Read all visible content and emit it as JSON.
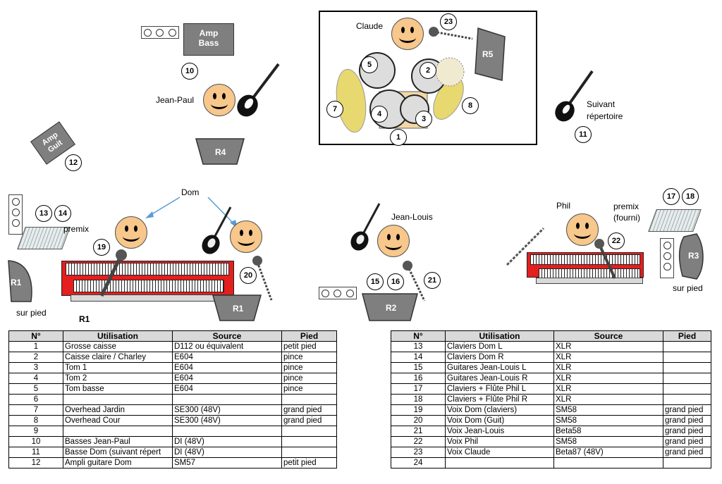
{
  "labels": {
    "claude": "Claude",
    "amp_bass": "Amp\nBass",
    "jean_paul": "Jean-Paul",
    "amp_guit": "Amp\nGuit",
    "r4": "R4",
    "r5": "R5",
    "suivant": "Suivant\nrépertoire",
    "dom": "Dom",
    "premix_left": "premix",
    "r1_wedge": "R1",
    "r1_side": "R1",
    "r1_bottom": "R1",
    "sur_pied_left": "sur pied",
    "jean_louis": "Jean-Louis",
    "r2": "R2",
    "phil": "Phil",
    "premix_right": "premix\n(fourni)",
    "r3": "R3",
    "sur_pied_right": "sur pied"
  },
  "numbers": [
    "1",
    "2",
    "3",
    "4",
    "5",
    "7",
    "8",
    "10",
    "11",
    "12",
    "13",
    "14",
    "15",
    "16",
    "17",
    "18",
    "19",
    "20",
    "21",
    "22",
    "23"
  ],
  "table_headers": [
    "N°",
    "Utilisation",
    "Source",
    "Pied"
  ],
  "table_left": [
    [
      "1",
      "Grosse caisse",
      "D112 ou équivalent",
      "petit pied"
    ],
    [
      "2",
      "Caisse claire / Charley",
      "E604",
      "pince"
    ],
    [
      "3",
      "Tom 1",
      "E604",
      "pince"
    ],
    [
      "4",
      "Tom 2",
      "E604",
      "pince"
    ],
    [
      "5",
      "Tom basse",
      "E604",
      "pince"
    ],
    [
      "6",
      "",
      "",
      ""
    ],
    [
      "7",
      "Overhead Jardin",
      "SE300 (48V)",
      "grand pied"
    ],
    [
      "8",
      "Overhead Cour",
      "SE300 (48V)",
      "grand pied"
    ],
    [
      "9",
      "",
      "",
      ""
    ],
    [
      "10",
      "Basses Jean-Paul",
      "DI (48V)",
      ""
    ],
    [
      "11",
      "Basse Dom (suivant répert",
      "DI (48V)",
      ""
    ],
    [
      "12",
      "Ampli guitare Dom",
      "SM57",
      "petit pied"
    ]
  ],
  "table_right": [
    [
      "13",
      "Claviers Dom L",
      "XLR",
      ""
    ],
    [
      "14",
      "Claviers Dom R",
      "XLR",
      ""
    ],
    [
      "15",
      "Guitares Jean-Louis L",
      "XLR",
      ""
    ],
    [
      "16",
      "Guitares Jean-Louis R",
      "XLR",
      ""
    ],
    [
      "17",
      "Claviers + Flûte Phil L",
      "XLR",
      ""
    ],
    [
      "18",
      "Claviers + Flûte Phil R",
      "XLR",
      ""
    ],
    [
      "19",
      "Voix Dom (claviers)",
      "SM58",
      "grand pied"
    ],
    [
      "20",
      "Voix Dom (Guit)",
      "SM58",
      "grand pied"
    ],
    [
      "21",
      "Voix Jean-Louis",
      "Beta58",
      "grand pied"
    ],
    [
      "22",
      "Voix Phil",
      "SM58",
      "grand pied"
    ],
    [
      "23",
      "Voix Claude",
      "Beta87 (48V)",
      "grand pied"
    ],
    [
      "24",
      "",
      "",
      ""
    ]
  ],
  "colors": {
    "face": "#f7c78b",
    "cymbal": "#e8d870",
    "keyboard_red": "#e51e1e",
    "wedge": "#7f7f7f"
  }
}
